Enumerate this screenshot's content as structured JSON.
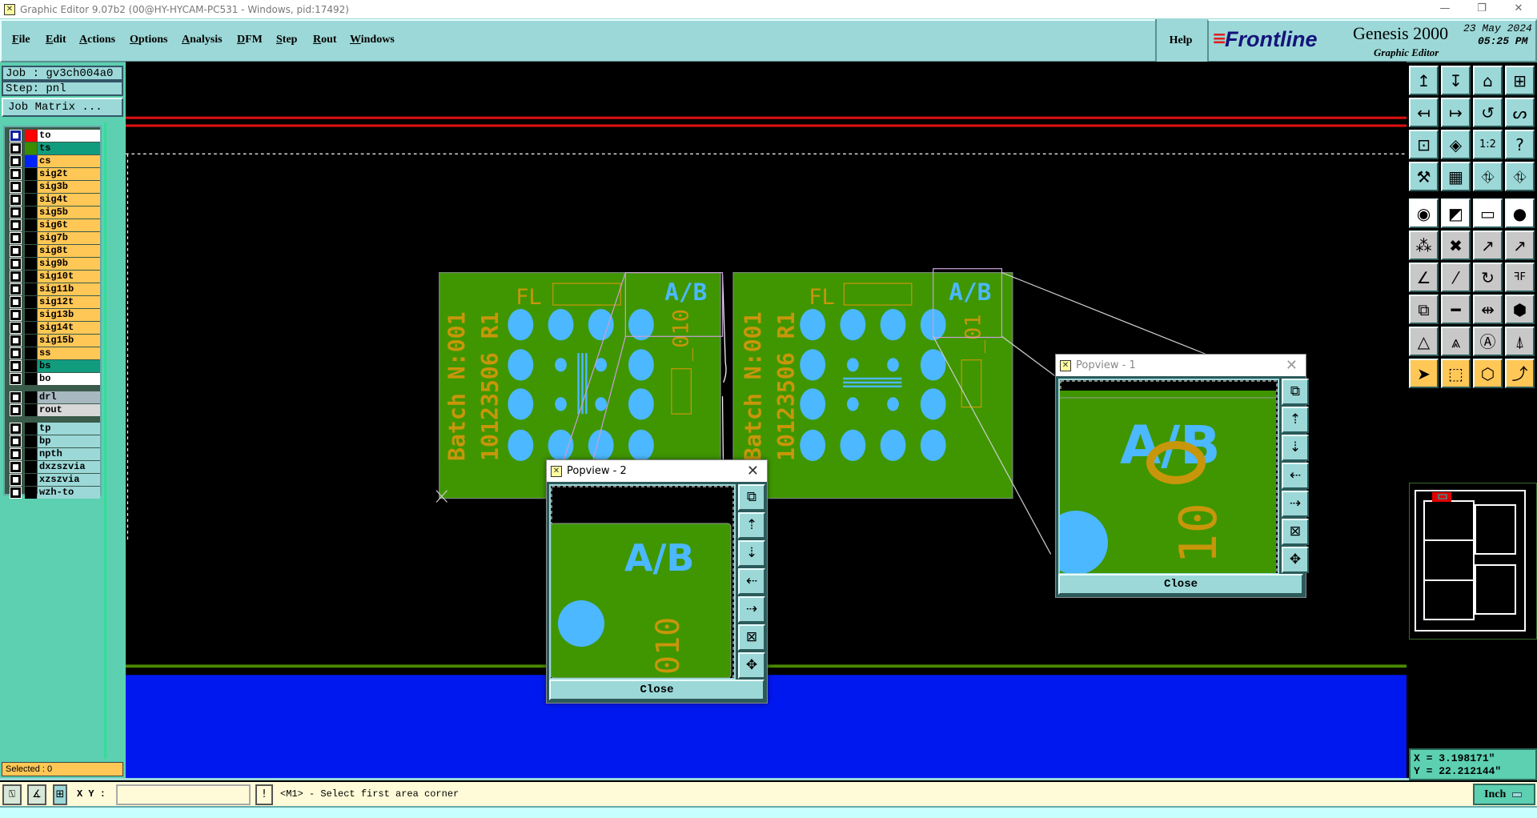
{
  "window": {
    "title": "Graphic Editor 9.07b2 (00@HY-HYCAM-PC531 - Windows, pid:17492)",
    "minimize": "—",
    "restore": "❐",
    "close": "✕"
  },
  "menu": {
    "items": [
      "File",
      "Edit",
      "Actions",
      "Options",
      "Analysis",
      "DFM",
      "Step",
      "Rout",
      "Windows"
    ],
    "help": "Help"
  },
  "brand": {
    "logo": "Frontline",
    "product": "Genesis 2000",
    "subtitle": "Graphic Editor",
    "date": "23 May 2024",
    "time": "05:25 PM"
  },
  "job": {
    "job_label": "Job : gv3ch004a0",
    "step_label": "Step: pnl",
    "matrix_button": "Job Matrix ..."
  },
  "layers": [
    {
      "name": "to",
      "bg": "#ffffff",
      "swatch": "#ff0000",
      "active": true
    },
    {
      "name": "ts",
      "bg": "#129c7e",
      "swatch": "#3a8c00"
    },
    {
      "name": "cs",
      "bg": "#ffc755",
      "swatch": "#0022ff"
    },
    {
      "name": "sig2t",
      "bg": "#ffc755"
    },
    {
      "name": "sig3b",
      "bg": "#ffc755"
    },
    {
      "name": "sig4t",
      "bg": "#ffc755"
    },
    {
      "name": "sig5b",
      "bg": "#ffc755"
    },
    {
      "name": "sig6t",
      "bg": "#ffc755"
    },
    {
      "name": "sig7b",
      "bg": "#ffc755"
    },
    {
      "name": "sig8t",
      "bg": "#ffc755"
    },
    {
      "name": "sig9b",
      "bg": "#ffc755"
    },
    {
      "name": "sig10t",
      "bg": "#ffc755"
    },
    {
      "name": "sig11b",
      "bg": "#ffc755"
    },
    {
      "name": "sig12t",
      "bg": "#ffc755"
    },
    {
      "name": "sig13b",
      "bg": "#ffc755"
    },
    {
      "name": "sig14t",
      "bg": "#ffc755"
    },
    {
      "name": "sig15b",
      "bg": "#ffc755"
    },
    {
      "name": "ss",
      "bg": "#ffc755"
    },
    {
      "name": "bs",
      "bg": "#129c7e"
    },
    {
      "name": "bo",
      "bg": "#ffffff"
    },
    {
      "name": "drl",
      "bg": "#a8b8c0",
      "group": 2
    },
    {
      "name": "rout",
      "bg": "#d8d8d8",
      "group": 2
    },
    {
      "name": "tp",
      "bg": "#9cd8d8",
      "group": 3
    },
    {
      "name": "bp",
      "bg": "#9cd8d8",
      "group": 3
    },
    {
      "name": "npth",
      "bg": "#9cd8d8",
      "group": 3
    },
    {
      "name": "dxzszvia",
      "bg": "#9cd8d8",
      "group": 3
    },
    {
      "name": "xzszvia",
      "bg": "#9cd8d8",
      "group": 3
    },
    {
      "name": "wzh-to",
      "bg": "#9cd8d8",
      "group": 3
    }
  ],
  "selected": "Selected : 0",
  "board": {
    "fl": "FL",
    "ab": "A/B",
    "batch": "Batch N:001",
    "part": "10123506 R1",
    "code_left": "_010",
    "code_right": "_01"
  },
  "popview2": {
    "title": "Popview - 2",
    "close": "Close",
    "ab": "A/B",
    "code": "010"
  },
  "popview1": {
    "title": "Popview - 1",
    "close": "Close",
    "ab": "A/B",
    "code": "10"
  },
  "popup_buttons": [
    "zoom-popup-icon",
    "pan-up-icon",
    "pan-down-icon",
    "pan-left-icon",
    "pan-right-icon",
    "zoom-in-icon",
    "zoom-out-icon"
  ],
  "toolbar": [
    {
      "icon": "pan-up-icon",
      "g": "↥",
      "c": "#9cd8d8"
    },
    {
      "icon": "pan-down-icon",
      "g": "↧",
      "c": "#9cd8d8"
    },
    {
      "icon": "home-icon",
      "g": "⌂",
      "c": "#9cd8d8"
    },
    {
      "icon": "zoom-window-icon",
      "g": "⊞",
      "c": "#9cd8d8"
    },
    {
      "icon": "pan-left-icon",
      "g": "↤",
      "c": "#9cd8d8"
    },
    {
      "icon": "pan-right-icon",
      "g": "↦",
      "c": "#9cd8d8"
    },
    {
      "icon": "undo-zoom-icon",
      "g": "↺",
      "c": "#9cd8d8"
    },
    {
      "icon": "route-icon",
      "g": "ᔕ",
      "c": "#9cd8d8"
    },
    {
      "icon": "zoom-in-icon",
      "g": "⊡",
      "c": "#9cd8d8"
    },
    {
      "icon": "zoom-out-icon",
      "g": "◈",
      "c": "#9cd8d8"
    },
    {
      "icon": "scale-1-2-icon",
      "g": "1:2",
      "c": "#9cd8d8"
    },
    {
      "icon": "help-icon",
      "g": "?",
      "c": "#9cd8d8"
    },
    {
      "icon": "tools-icon",
      "g": "⚒",
      "c": "#9cd8d8"
    },
    {
      "icon": "grid-icon",
      "g": "▦",
      "c": "#9cd8d8"
    },
    {
      "icon": "netlist-icon",
      "g": "⛗",
      "c": "#9cd8d8"
    },
    {
      "icon": "netlist-alt-icon",
      "g": "⛗",
      "c": "#9cd8d8"
    },
    {
      "icon": "select-feature-icon",
      "g": "◉",
      "c": "#ffffff"
    },
    {
      "icon": "copy-layer-icon",
      "g": "◩",
      "c": "#ffffff"
    },
    {
      "icon": "ruler-icon",
      "g": "▭",
      "c": "#ffffff"
    },
    {
      "icon": "pad-icon",
      "g": "●",
      "c": "#ffffff"
    },
    {
      "icon": "connect-icon",
      "g": "⁂",
      "c": "#c8c8c8"
    },
    {
      "icon": "delete-icon",
      "g": "✖",
      "c": "#c8c8c8"
    },
    {
      "icon": "move-icon",
      "g": "↗",
      "c": "#c8c8c8"
    },
    {
      "icon": "move-alt-icon",
      "g": "↗",
      "c": "#c8c8c8"
    },
    {
      "icon": "angle-icon",
      "g": "∠",
      "c": "#c8c8c8"
    },
    {
      "icon": "line-icon",
      "g": "⁄",
      "c": "#c8c8c8"
    },
    {
      "icon": "rotate-icon",
      "g": "↻",
      "c": "#c8c8c8"
    },
    {
      "icon": "mirror-icon",
      "g": "ꟻF",
      "c": "#c8c8c8"
    },
    {
      "icon": "resize-icon",
      "g": "⧉",
      "c": "#c8c8c8"
    },
    {
      "icon": "break-icon",
      "g": "━",
      "c": "#c8c8c8"
    },
    {
      "icon": "measure-icon",
      "g": "⇹",
      "c": "#c8c8c8"
    },
    {
      "icon": "contour-icon",
      "g": "⬢",
      "c": "#c8c8c8"
    },
    {
      "icon": "arc-icon",
      "g": "△",
      "c": "#c8c8c8"
    },
    {
      "icon": "arc-alt-icon",
      "g": "⩓",
      "c": "#c8c8c8"
    },
    {
      "icon": "fillet-icon",
      "g": "Ⓐ",
      "c": "#c8c8c8"
    },
    {
      "icon": "chamfer-icon",
      "g": "⍋",
      "c": "#c8c8c8"
    },
    {
      "icon": "pointer-icon",
      "g": "➤",
      "c": "#ffc755"
    },
    {
      "icon": "select-box-icon",
      "g": "⬚",
      "c": "#ffc755"
    },
    {
      "icon": "select-polygon-icon",
      "g": "⬡",
      "c": "#ffc755"
    },
    {
      "icon": "select-net-icon",
      "g": "⤴",
      "c": "#ffc755"
    }
  ],
  "coords": {
    "x": "X = 3.198171\"",
    "y": "Y = 22.212144\""
  },
  "status": {
    "xy_label": "X Y :",
    "xy_value": "",
    "prompt": "<M1> - Select first area corner",
    "units": "Inch"
  }
}
